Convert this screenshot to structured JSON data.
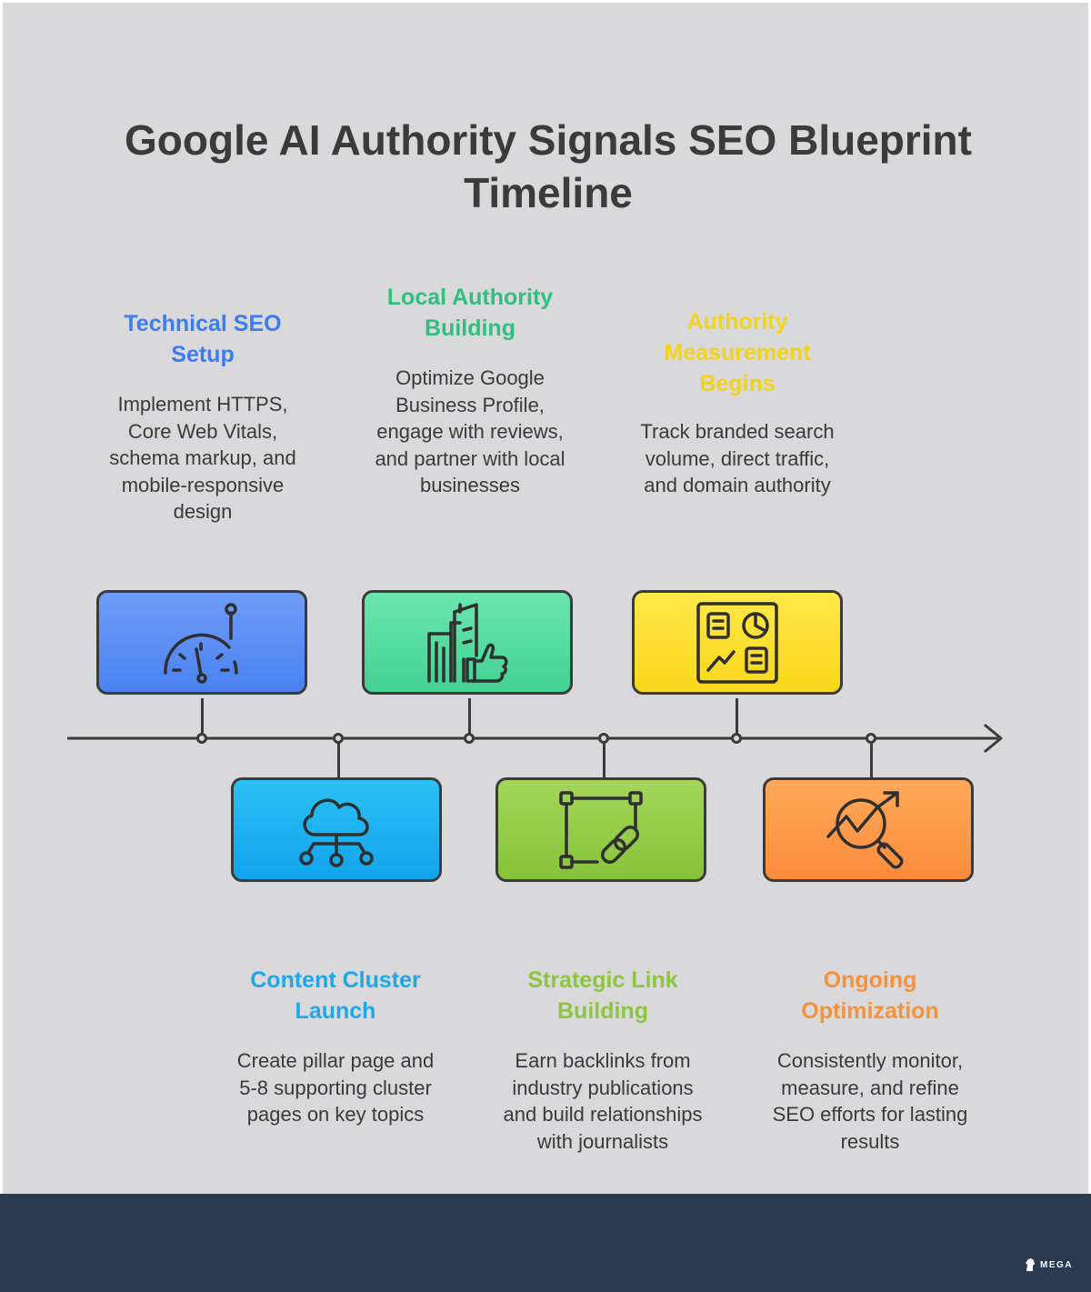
{
  "title": "Google AI Authority Signals SEO Blueprint Timeline",
  "brand": "MEGA",
  "steps": [
    {
      "title": "Technical SEO Setup",
      "description": "Implement HTTPS, Core Web Vitals, schema markup, and mobile-responsive design",
      "color": "#3d7cf0",
      "icon": "speedometer-icon"
    },
    {
      "title": "Content Cluster Launch",
      "description": "Create pillar page and 5-8 supporting cluster pages on key topics",
      "color": "#1ea8e8",
      "icon": "cloud-network-icon"
    },
    {
      "title": "Local Authority Building",
      "description": "Optimize Google Business Profile, engage with reviews, and partner with local businesses",
      "color": "#2fbf7f",
      "icon": "buildings-thumbs-up-icon"
    },
    {
      "title": "Strategic Link Building",
      "description": "Earn backlinks from industry publications and build relationships with journalists",
      "color": "#8dc63f",
      "icon": "link-frame-icon"
    },
    {
      "title": "Authority Measurement Begins",
      "description": "Track branded search volume, direct traffic, and domain authority",
      "color": "#f2d41c",
      "icon": "dashboard-icon"
    },
    {
      "title": "Ongoing Optimization",
      "description": "Consistently monitor, measure, and refine SEO efforts for lasting results",
      "color": "#f5923a",
      "icon": "magnify-trend-icon"
    }
  ]
}
